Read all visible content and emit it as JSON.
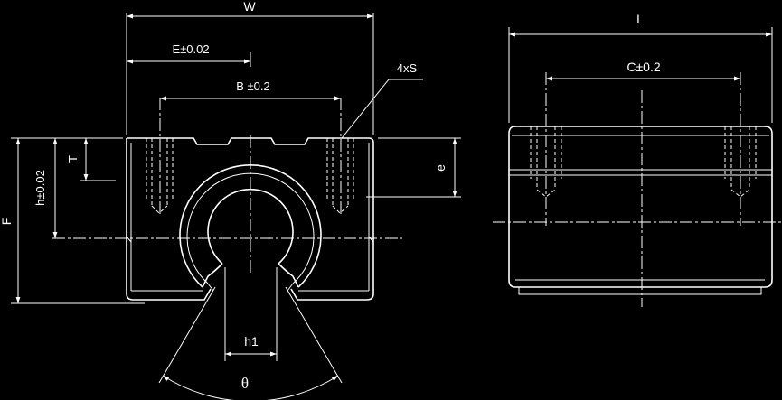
{
  "labels": {
    "W": "W",
    "E": "E±0.02",
    "B": "B ±0.2",
    "S": "4xS",
    "T": "T",
    "F": "F",
    "h": "h±0.02",
    "e": "e",
    "h1": "h1",
    "theta": "θ",
    "L": "L",
    "C": "C±0.2"
  }
}
